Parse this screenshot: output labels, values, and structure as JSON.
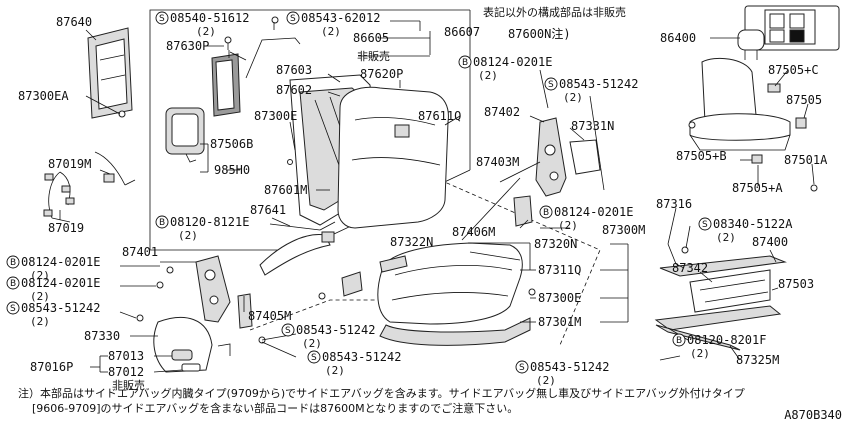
{
  "header_note": "表記以外の構成部品は非販売",
  "not_sold": "非販売",
  "note_line1": "注）本部品はサイドエアバッグ内臓タイプ(9709から)でサイドエアバッグを含みます。サイドエアバッグ無し車及びサイドエアバッグ外付けタイプ",
  "note_line2": "[9606-9709]のサイドエアバッグを含まない部品コードは87600Mとなりますのでご注意下さい。",
  "figure_code": "A870B340",
  "symbols": {
    "screw": "S",
    "bolt": "B"
  },
  "labels": {
    "p87640": "87640",
    "p87300EA": "87300EA",
    "p87019M": "87019M",
    "p87019": "87019",
    "s08540": "08540-51612",
    "q08540": "(2)",
    "s08543a": "08543-62012",
    "q08543a": "(2)",
    "p86605": "86605",
    "p86607": "86607",
    "p87600N": "87600N注)",
    "p87630P": "87630P",
    "p87603": "87603",
    "p87602": "87602",
    "p87620P": "87620P",
    "b08124a": "08124-0201E",
    "q08124a": "(2)",
    "s08543b": "08543-51242",
    "q08543b": "(2)",
    "p87300E": "87300E",
    "p87611Q": "87611Q",
    "p87402": "87402",
    "p87331N": "87331N",
    "p87506B": "87506B",
    "p985H0": "985H0",
    "p87601M": "87601M",
    "p87403M": "87403M",
    "b08120a": "08120-8121E",
    "q08120a": "(2)",
    "p87641": "87641",
    "b08124b": "08124-0201E",
    "q08124b": "(2)",
    "p87406M": "87406M",
    "p87322N": "87322N",
    "p87320N": "87320N",
    "p87300M": "87300M",
    "p87311Q": "87311Q",
    "p87401": "87401",
    "b08124c": "08124-0201E",
    "q08124c": "(2)",
    "b08124d": "08124-0201E",
    "q08124d": "(2)",
    "s08543c": "08543-51242",
    "q08543c": "(2)",
    "p87330": "87330",
    "p87405M": "87405M",
    "s08543d": "08543-51242",
    "q08543d": "(2)",
    "p87300E2": "87300E",
    "p87301M": "87301M",
    "p87016P": "87016P",
    "p87013": "87013",
    "p87012": "87012",
    "s08543e": "08543-51242",
    "q08543e": "(2)",
    "p86400": "86400",
    "p87505C": "87505+C",
    "p87505": "87505",
    "p87505B": "87505+B",
    "p87501A": "87501A",
    "p87505A": "87505+A",
    "p87316": "87316",
    "s08340": "08340-5122A",
    "q08340": "(2)",
    "p87400": "87400",
    "p87342": "87342",
    "p87503": "87503",
    "b08120b": "08120-8201F",
    "q08120b": "(2)",
    "p87325M": "87325M",
    "s08543f": "08543-51242",
    "q08543f": "(2)"
  }
}
